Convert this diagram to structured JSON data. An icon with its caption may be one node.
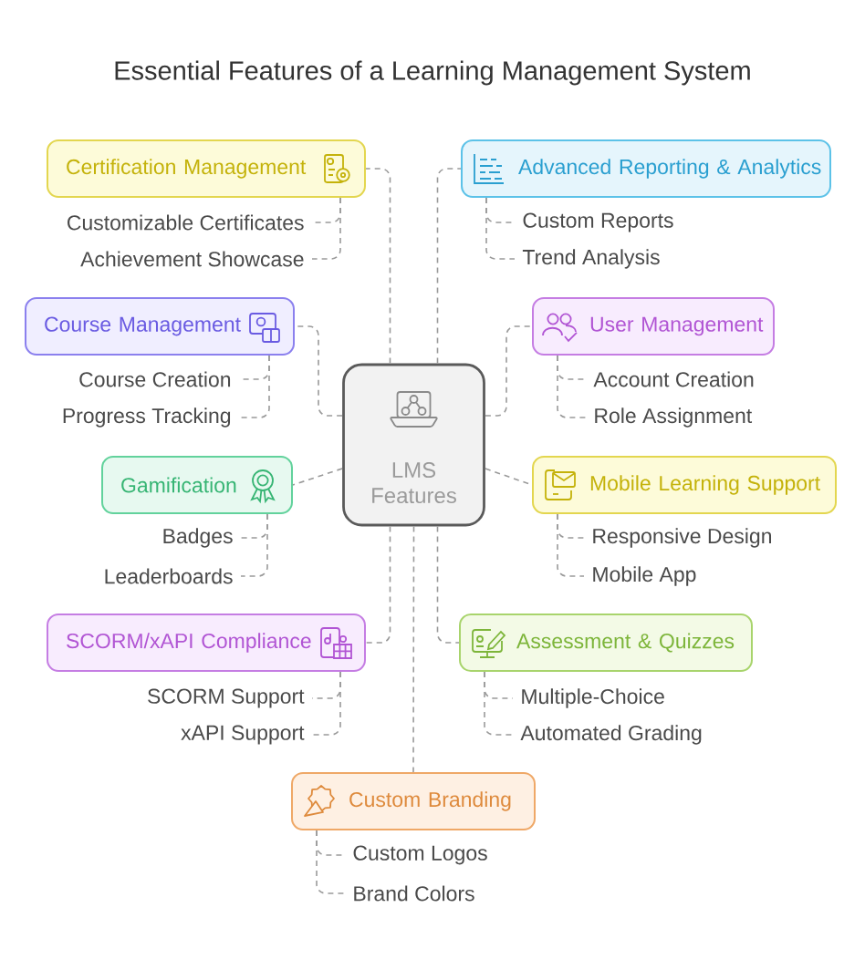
{
  "diagram": {
    "title": "Essential Features of a Learning Management System",
    "nodes": [
      {
        "text": [
          "LMS Features"
        ]
      },
      {
        "text": [
          "Certification Management"
        ]
      },
      {
        "text": [
          "Customizable Certificates"
        ]
      },
      {
        "text": [
          "Achievement Showcase"
        ]
      },
      {
        "text": [
          "Advanced Reporting & Analytics"
        ]
      },
      {
        "text": [
          "Custom Reports"
        ]
      },
      {
        "text": [
          "Trend Analysis"
        ]
      },
      {
        "text": [
          "Course Management"
        ]
      },
      {
        "text": [
          "Course Creation"
        ]
      },
      {
        "text": [
          "Progress Tracking"
        ]
      },
      {
        "text": [
          "User Management"
        ]
      },
      {
        "text": [
          "Account Creation"
        ]
      },
      {
        "text": [
          "Role Assignment"
        ]
      },
      {
        "text": [
          "Gamification"
        ]
      },
      {
        "text": [
          "Badges"
        ]
      },
      {
        "text": [
          "Leaderboards"
        ]
      },
      {
        "text": [
          "Mobile Learning Support"
        ]
      },
      {
        "text": [
          "Responsive Design"
        ]
      },
      {
        "text": [
          "Mobile App"
        ]
      },
      {
        "text": [
          "SCORM/xAPI Compliance"
        ]
      },
      {
        "text": [
          "SCORM Support"
        ]
      },
      {
        "text": [
          "xAPI Support"
        ]
      },
      {
        "text": [
          "Assessment & Quizzes"
        ]
      },
      {
        "text": [
          "Multiple-Choice"
        ]
      },
      {
        "text": [
          "Automated Grading"
        ]
      },
      {
        "text": [
          "Custom Branding"
        ]
      },
      {
        "text": [
          "Custom Logos"
        ]
      },
      {
        "text": [
          "Brand Colors"
        ]
      }
    ],
    "edges": [
      {
        "from": 0,
        "to": 1,
        "arrow": "none",
        "style": "dashed"
      },
      {
        "from": 0,
        "to": 4,
        "arrow": "none",
        "style": "dashed"
      },
      {
        "from": 0,
        "to": 7,
        "arrow": "none",
        "style": "dashed"
      },
      {
        "from": 0,
        "to": 10,
        "arrow": "none",
        "style": "dashed"
      },
      {
        "from": 0,
        "to": 13,
        "arrow": "none",
        "style": "dashed"
      },
      {
        "from": 0,
        "to": 16,
        "arrow": "none",
        "style": "dashed"
      },
      {
        "from": 0,
        "to": 19,
        "arrow": "none",
        "style": "dashed"
      },
      {
        "from": 0,
        "to": 22,
        "arrow": "none",
        "style": "dashed"
      },
      {
        "from": 0,
        "to": 25,
        "arrow": "none",
        "style": "dashed"
      },
      {
        "from": 1,
        "to": 2,
        "arrow": "none",
        "style": "dashed"
      },
      {
        "from": 1,
        "to": 3,
        "arrow": "none",
        "style": "dashed"
      },
      {
        "from": 4,
        "to": 5,
        "arrow": "none",
        "style": "dashed"
      },
      {
        "from": 4,
        "to": 6,
        "arrow": "none",
        "style": "dashed"
      },
      {
        "from": 7,
        "to": 8,
        "arrow": "none",
        "style": "dashed"
      },
      {
        "from": 7,
        "to": 9,
        "arrow": "none",
        "style": "dashed"
      },
      {
        "from": 10,
        "to": 11,
        "arrow": "none",
        "style": "dashed"
      },
      {
        "from": 10,
        "to": 12,
        "arrow": "none",
        "style": "dashed"
      },
      {
        "from": 13,
        "to": 14,
        "arrow": "none",
        "style": "dashed"
      },
      {
        "from": 13,
        "to": 15,
        "arrow": "none",
        "style": "dashed"
      },
      {
        "from": 16,
        "to": 17,
        "arrow": "none",
        "style": "dashed"
      },
      {
        "from": 16,
        "to": 18,
        "arrow": "none",
        "style": "dashed"
      },
      {
        "from": 19,
        "to": 20,
        "arrow": "none",
        "style": "dashed"
      },
      {
        "from": 19,
        "to": 21,
        "arrow": "none",
        "style": "dashed"
      },
      {
        "from": 22,
        "to": 23,
        "arrow": "none",
        "style": "dashed"
      },
      {
        "from": 22,
        "to": 24,
        "arrow": "none",
        "style": "dashed"
      },
      {
        "from": 25,
        "to": 26,
        "arrow": "none",
        "style": "dashed"
      },
      {
        "from": 25,
        "to": 27,
        "arrow": "none",
        "style": "dashed"
      }
    ]
  }
}
